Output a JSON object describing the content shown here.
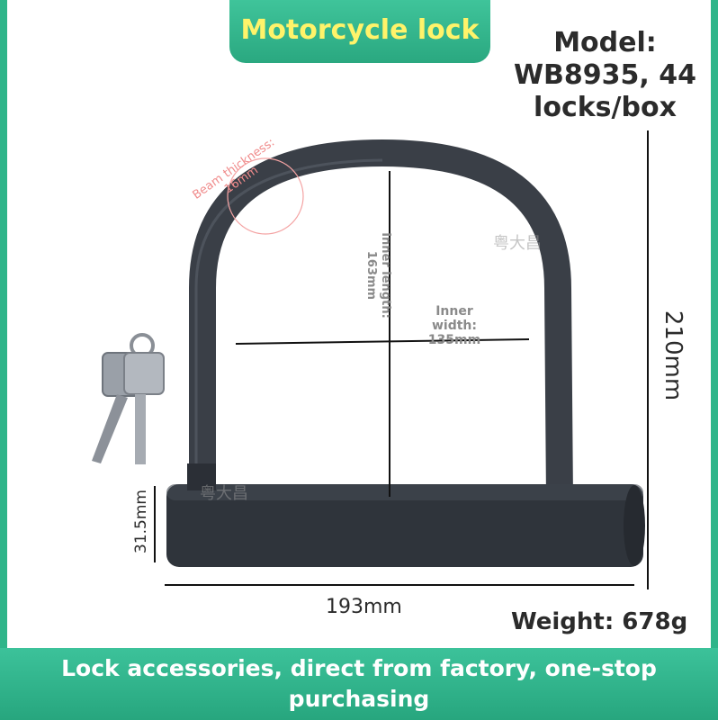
{
  "title": "Motorcycle lock",
  "model": [
    "Model:",
    "WB8935, 44",
    "locks/box"
  ],
  "dimensions": {
    "width": "193mm",
    "height": "210mm",
    "base_height": "31.5mm",
    "inner_length": "Inner length: 163mm",
    "inner_width": "Inner width: 135mm",
    "beam_thickness": "Beam thickness: 16mm"
  },
  "weight": "Weight: 678g",
  "footer": "Lock accessories, direct from factory, one-stop purchasing",
  "watermark": "粤大昌",
  "colors": {
    "accent_green": "#2fb58a",
    "title_yellow": "#fff36a",
    "lock_body": "#3a3f47"
  }
}
